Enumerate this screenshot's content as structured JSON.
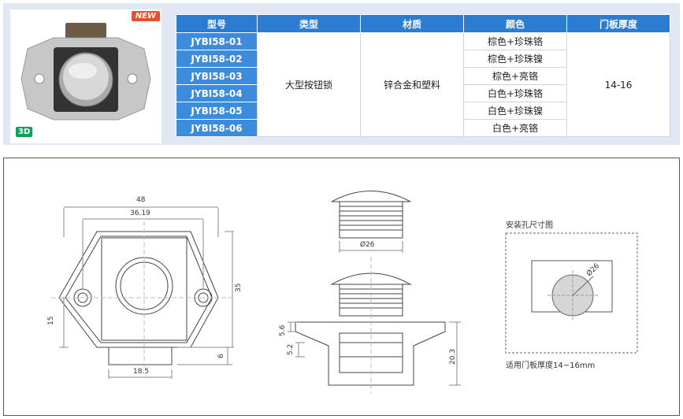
{
  "thumbnail": {
    "new_badge": "NEW",
    "badge_3d": "3D"
  },
  "spec_table": {
    "headers": [
      "型号",
      "类型",
      "材质",
      "颜色",
      "门板厚度"
    ],
    "models": [
      "JYBI58-01",
      "JYBI58-02",
      "JYBI58-03",
      "JYBI58-04",
      "JYBI58-05",
      "JYBI58-06"
    ],
    "type": "大型按钮锁",
    "material": "锌合金和塑料",
    "colors": [
      "棕色+珍珠铬",
      "棕色+珍珠镍",
      "棕色+亮铬",
      "白色+珍珠铬",
      "白色+珍珠镍",
      "白色+亮铬"
    ],
    "door_thickness": "14-16"
  },
  "drawing": {
    "front_view": {
      "width": "48",
      "hole_spacing": "36.19",
      "height": "35",
      "left_height": "15",
      "bottom_width": "18.5",
      "bottom_height": "6"
    },
    "side_view": {
      "diameter": "Ø26",
      "dim_5_6": "5.6",
      "dim_5_2": "5.2",
      "dim_20_3": "20.3"
    },
    "cutout": {
      "title": "安装孔尺寸图",
      "diameter": "Ø26",
      "note": "适用门板厚度14~16mm"
    }
  },
  "colors": {
    "header_blue": "#2c7dd2",
    "model_blue": "#3d8bdb",
    "panel_bg": "#dfe8f3",
    "new_orange": "#e8502b",
    "badge_green": "#13a05a"
  }
}
